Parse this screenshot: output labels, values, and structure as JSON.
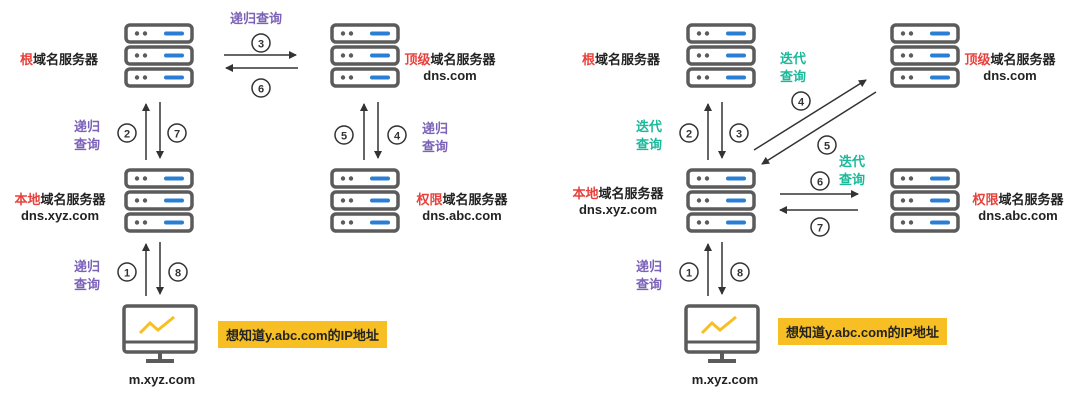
{
  "recursive": {
    "root": {
      "highlight": "根",
      "rest": "域名服务器"
    },
    "tld": {
      "highlight": "顶级",
      "rest": "域名服务器",
      "host": "dns.com"
    },
    "local": {
      "highlight": "本地",
      "rest": "域名服务器",
      "host": "dns.xyz.com"
    },
    "auth": {
      "highlight": "权限",
      "rest": "域名服务器",
      "host": "dns.abc.com"
    },
    "client": "m.xyz.com",
    "query_top": "递归查询",
    "query_l1": "递归",
    "query_l2": "查询",
    "note": "想知道y.abc.com的IP地址",
    "steps": [
      "①",
      "②",
      "③",
      "④",
      "⑤",
      "⑥",
      "⑦",
      "⑧"
    ]
  },
  "iterative": {
    "root": {
      "highlight": "根",
      "rest": "域名服务器"
    },
    "tld": {
      "highlight": "顶级",
      "rest": "域名服务器",
      "host": "dns.com"
    },
    "local": {
      "highlight": "本地",
      "rest": "域名服务器",
      "host": "dns.xyz.com"
    },
    "auth": {
      "highlight": "权限",
      "rest": "域名服务器",
      "host": "dns.abc.com"
    },
    "client": "m.xyz.com",
    "iter_l1": "迭代",
    "iter_l2": "查询",
    "rec_l1": "递归",
    "rec_l2": "查询",
    "note": "想知道y.abc.com的IP地址",
    "steps": [
      "①",
      "②",
      "③",
      "④",
      "⑤",
      "⑥",
      "⑦",
      "⑧"
    ]
  },
  "colors": {
    "highlight": "#e8413b",
    "recursive_label": "#7b62b8",
    "iterative_label": "#1bb99a",
    "server": "#5b5b5b",
    "server_bar": "#2a7fd4",
    "monitor_line": "#f7bf23",
    "note_bg": "#f7bf23"
  },
  "icons": [
    "server-icon",
    "monitor-icon"
  ]
}
